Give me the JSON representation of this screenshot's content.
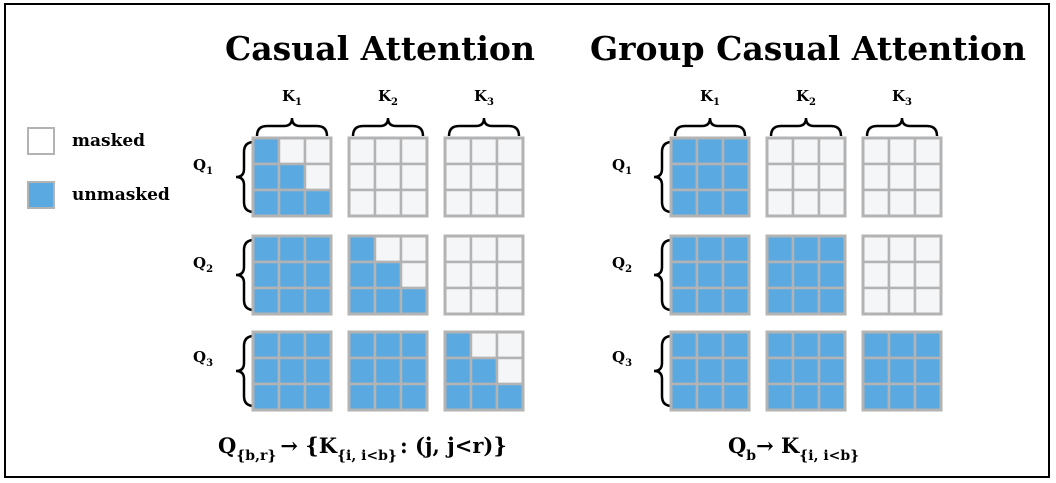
{
  "titles": {
    "left": "Casual Attention",
    "right": "Group Casual Attention"
  },
  "legend": {
    "masked": "masked",
    "unmasked": "unmasked"
  },
  "labels": {
    "k": [
      "K",
      "K",
      "K"
    ],
    "k_sub": [
      "1",
      "2",
      "3"
    ],
    "q": [
      "Q",
      "Q",
      "Q"
    ],
    "q_sub": [
      "1",
      "2",
      "3"
    ]
  },
  "formulas": {
    "left": {
      "q": "Q",
      "q_sub": "{b,r}",
      "arrow": "→ {K",
      "k_sub": "{i, i<b}",
      "rest": ": (j, j<r)}"
    },
    "right": {
      "q": "Q",
      "q_sub": "b",
      "arrow": "→ K",
      "k_sub": "{i, i<b}"
    }
  },
  "colors": {
    "masked_fill": "#f5f6f8",
    "unmasked_fill": "#5aa9e0",
    "grid_line": "#b3b3b3",
    "frame": "#000000"
  },
  "masks": {
    "left": {
      "lower": [
        [
          1
        ],
        [
          2
        ],
        [
          3
        ]
      ],
      "full": [
        [
          2
        ],
        [
          3
        ]
      ]
    }
  }
}
